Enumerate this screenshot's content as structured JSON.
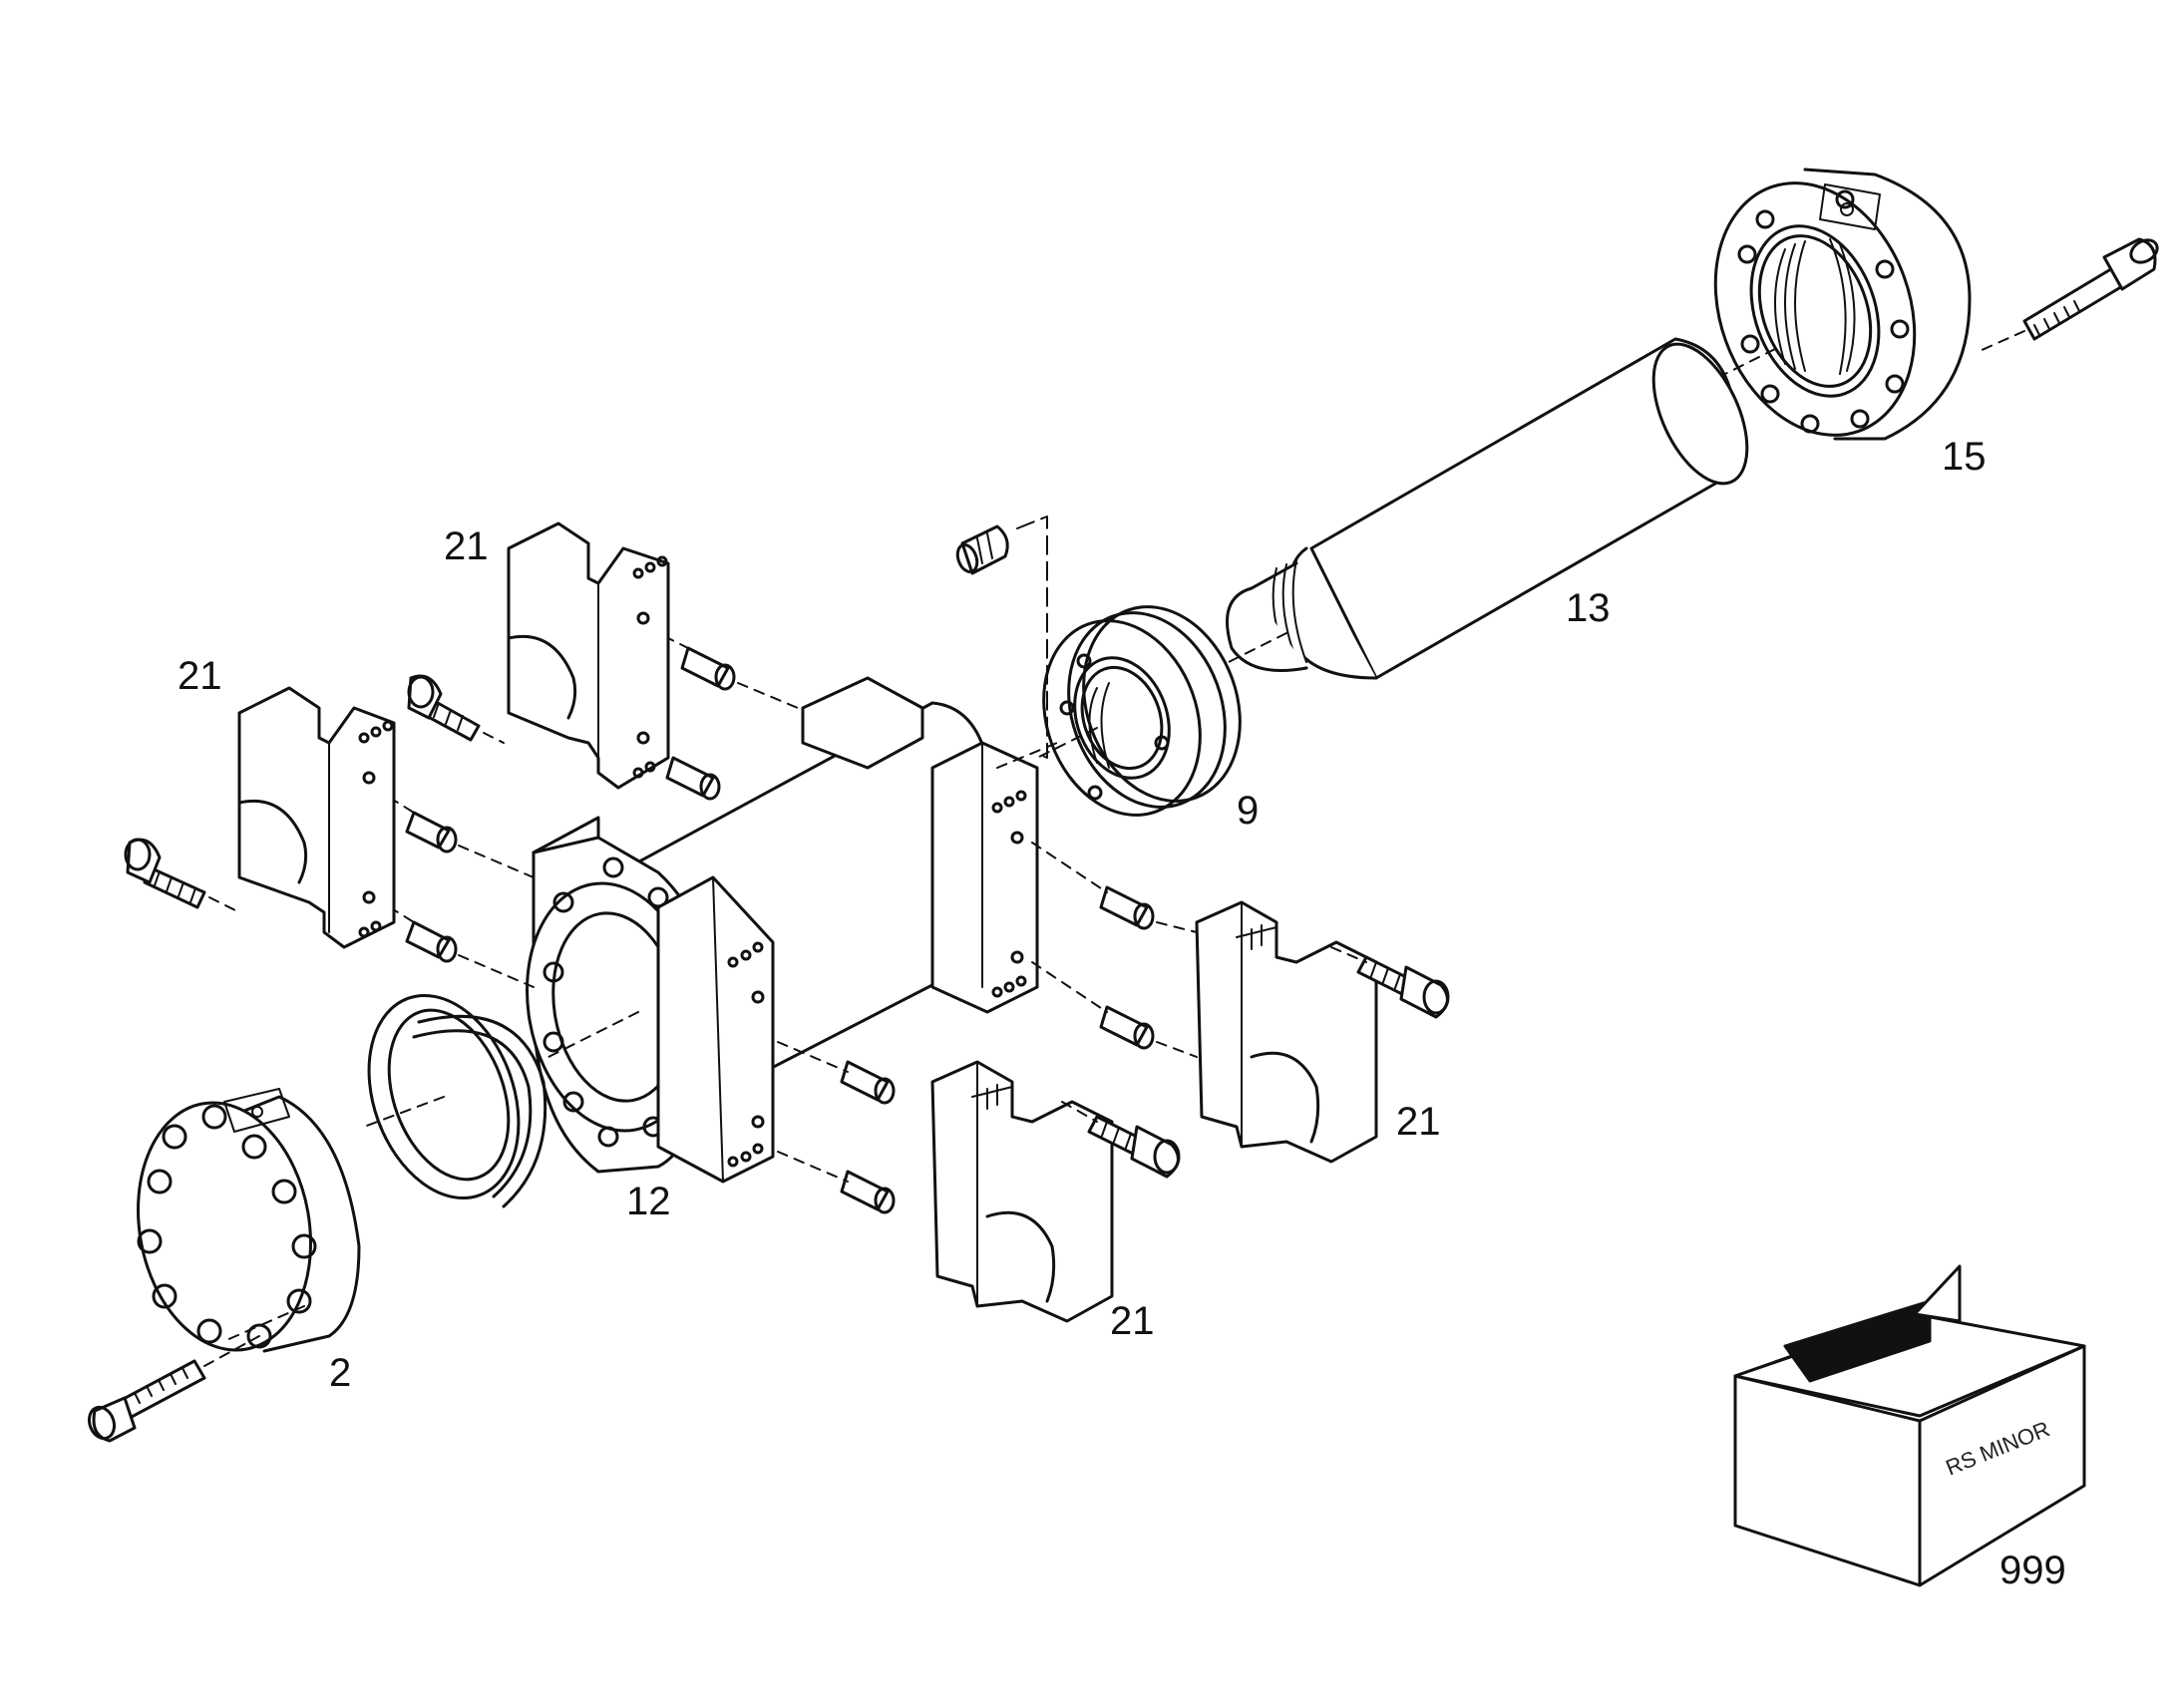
{
  "diagram": {
    "type": "exploded-parts-drawing",
    "callouts": [
      {
        "id": "label-15",
        "text": "15"
      },
      {
        "id": "label-13",
        "text": "13"
      },
      {
        "id": "label-21-top",
        "text": "21"
      },
      {
        "id": "label-21-left",
        "text": "21"
      },
      {
        "id": "label-9",
        "text": "9"
      },
      {
        "id": "label-21-right",
        "text": "21"
      },
      {
        "id": "label-12",
        "text": "12"
      },
      {
        "id": "label-21-bottom",
        "text": "21"
      },
      {
        "id": "label-2",
        "text": "2"
      },
      {
        "id": "label-999",
        "text": "999"
      }
    ],
    "kit_box": {
      "text": "RS MINOR"
    },
    "colors": {
      "line": "#111111",
      "background": "#ffffff"
    }
  }
}
